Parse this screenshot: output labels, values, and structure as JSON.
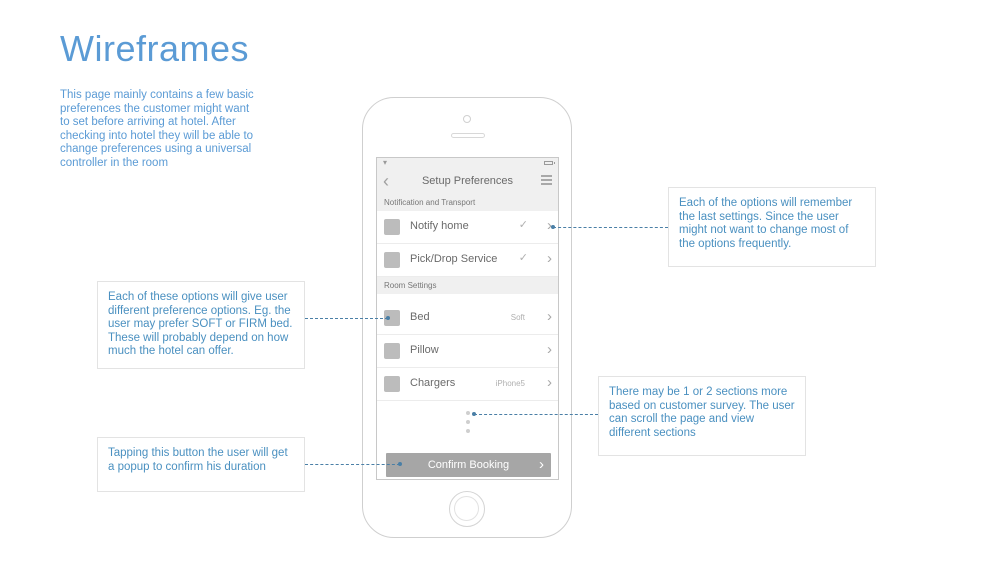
{
  "page": {
    "title": "Wireframes",
    "intro": "This page mainly contains a few basic preferences the customer might want to set before arriving at hotel. After checking into hotel they will be able to change preferences using a universal controller in the room"
  },
  "annotations": {
    "remember": "Each of the options will remember the last settings. Since the user might not want to change most of the options frequently.",
    "preference": "Each of these options will give user different preference options. Eg. the user may prefer SOFT or FIRM bed. These will probably depend on how much the hotel can offer.",
    "confirm": "Tapping this button the user will get a popup to confirm his duration",
    "sections": "There may be 1 or 2 sections more based on customer survey. The user can scroll the page and view different sections"
  },
  "screen": {
    "nav": {
      "title": "Setup Preferences",
      "back_icon": "chevron-left-icon",
      "menu_icon": "hamburger-menu-icon"
    },
    "sections": [
      {
        "header": "Notification and Transport",
        "rows": [
          {
            "label": "Notify home",
            "value": "",
            "checked": true
          },
          {
            "label": "Pick/Drop Service",
            "value": "",
            "checked": true
          }
        ]
      },
      {
        "header": "Room Settings",
        "rows": [
          {
            "label": "Bed",
            "value": "Soft",
            "checked": false
          },
          {
            "label": "Pillow",
            "value": "",
            "checked": false
          },
          {
            "label": "Chargers",
            "value": "iPhone5",
            "checked": false
          }
        ]
      }
    ],
    "confirm_label": "Confirm Booking"
  },
  "colors": {
    "accent_text": "#5b9bd5",
    "button_bg": "#a6a6a6",
    "connector": "#4a7fa6"
  }
}
